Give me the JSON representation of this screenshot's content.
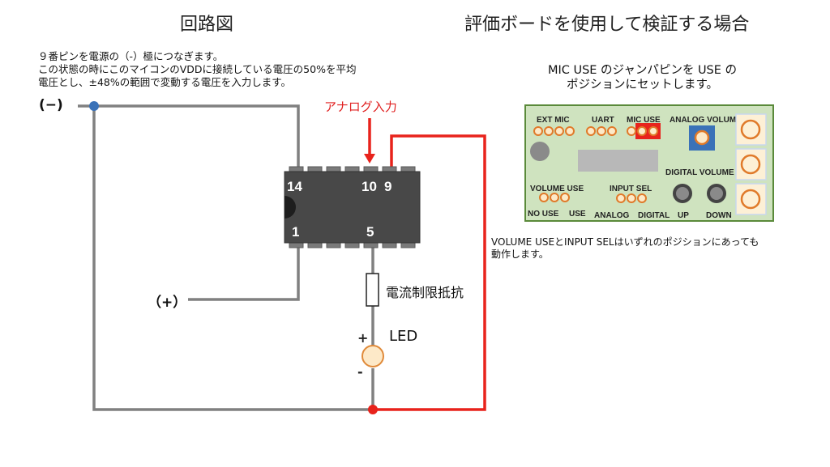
{
  "left_panel": {
    "title": "回路図",
    "description": [
      "９番ピンを電源の（-）極につなぎます。",
      "この状態の時にこのマイコンのVDDに接続している電圧の50%を平均",
      "電圧とし、±48%の範囲で変動する電圧を入力します。"
    ],
    "terminal_minus": "(−)",
    "terminal_plus": "（+）",
    "analog_input_label": "アナログ入力",
    "ic_pins": {
      "p14": "14",
      "p10": "10",
      "p9": "9",
      "p1": "1",
      "p5": "5"
    },
    "resistor_label": "電流制限抵抗",
    "led_label": "LED",
    "led_plus": "+",
    "led_minus": "-"
  },
  "right_panel": {
    "title": "評価ボードを使用して検証する場合",
    "instruction": [
      "MIC USE のジャンパピンを USE の",
      "ポジションにセットします。"
    ],
    "board_labels": {
      "ext_mic": "EXT MIC",
      "uart": "UART",
      "mic_use": "MIC USE",
      "analog_volume": "ANALOG VOLUME",
      "digital_volume": "DIGITAL VOLUME",
      "volume_use": "VOLUME USE",
      "no_use": "NO USE",
      "use": "USE",
      "input_sel": "INPUT SEL",
      "analog": "ANALOG",
      "digital": "DIGITAL",
      "up": "UP",
      "down": "DOWN"
    },
    "note": [
      "VOLUME USEとINPUT SELはいずれのポジションにあっても",
      "動作します。"
    ]
  },
  "colors": {
    "wire": "#808080",
    "signal_wire": "#e8231c",
    "node_blue": "#3a72b8",
    "node_red": "#e8231c",
    "ic_body": "#484848",
    "board_bg": "#cfe3bf",
    "board_border": "#5a8a3a",
    "pad": "#e07a2a",
    "jumper_highlight": "#e8231c",
    "pot": "#3a72b8"
  }
}
